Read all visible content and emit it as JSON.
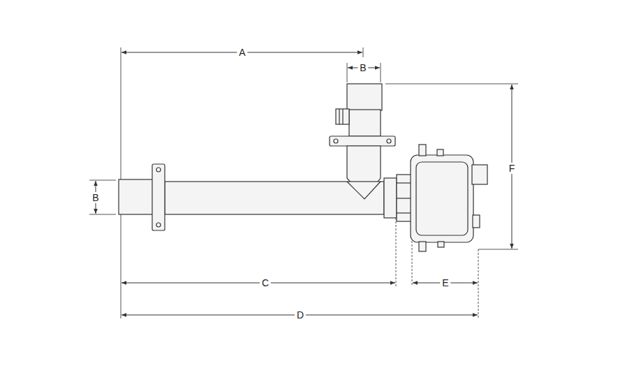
{
  "diagram": {
    "labels": [
      "A",
      "B",
      "F",
      "B",
      "C",
      "E",
      "D"
    ]
  }
}
